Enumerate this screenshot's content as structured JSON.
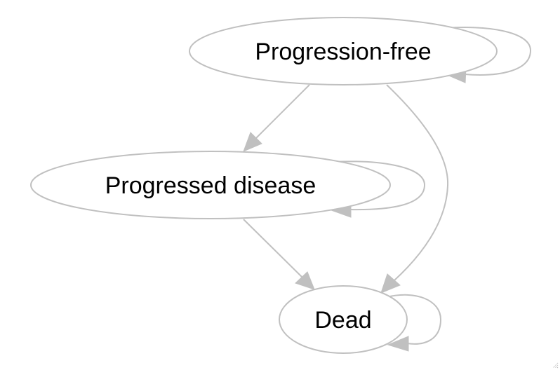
{
  "diagram": {
    "nodes": {
      "progression_free": {
        "label": "Progression-free"
      },
      "progressed_disease": {
        "label": "Progressed disease"
      },
      "dead": {
        "label": "Dead"
      }
    },
    "edges": [
      {
        "from": "Progression-free",
        "to": "Progression-free"
      },
      {
        "from": "Progression-free",
        "to": "Progressed disease"
      },
      {
        "from": "Progression-free",
        "to": "Dead"
      },
      {
        "from": "Progressed disease",
        "to": "Progressed disease"
      },
      {
        "from": "Progressed disease",
        "to": "Dead"
      },
      {
        "from": "Dead",
        "to": "Dead"
      }
    ],
    "colors": {
      "stroke": "#c0c0c0",
      "text": "#000000",
      "background": "#ffffff"
    }
  }
}
